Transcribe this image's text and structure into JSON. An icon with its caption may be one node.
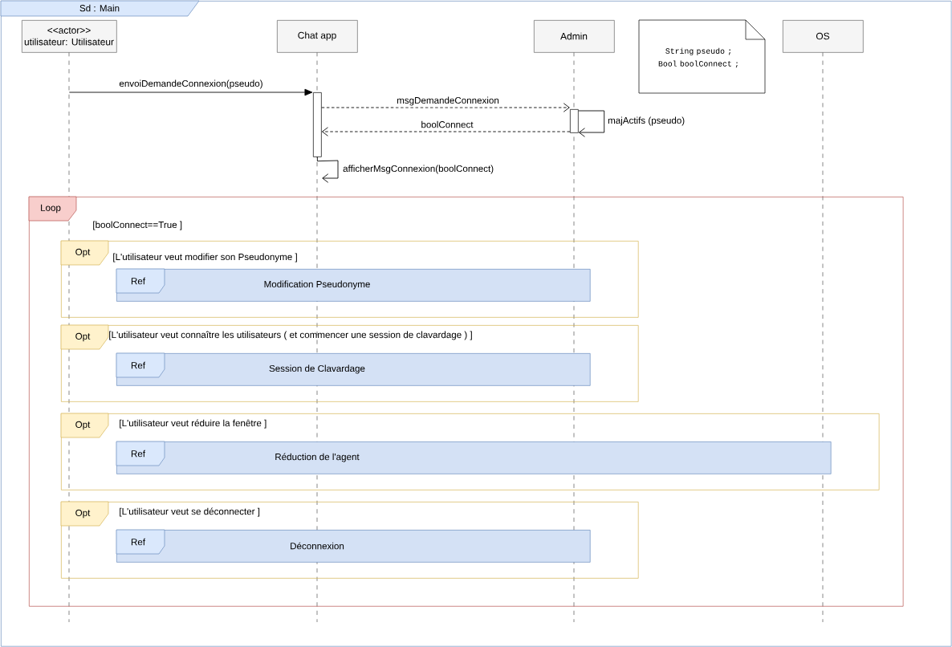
{
  "diagram": {
    "nodes": [
      {
        "text": [
          "Sd : Main"
        ]
      },
      {
        "text": [
          "<<actor>>",
          "utilisateur: Utilisateur"
        ],
        "in": 0
      },
      {
        "text": [
          "Chat app"
        ],
        "in": 0
      },
      {
        "text": [
          "Admin"
        ],
        "in": 0
      },
      {
        "text": [
          "String pseudo ; Bool boolConnect ;"
        ],
        "in": 0
      },
      {
        "text": [
          "OS"
        ],
        "in": 0
      },
      {
        "text": [],
        "shape": "bar",
        "in": 0
      },
      {
        "text": [],
        "shape": "bar",
        "in": 0
      },
      {
        "text": [
          "Loop",
          "[boolConnect==True ]"
        ],
        "in": 0
      },
      {
        "text": [
          "Opt",
          "[L'utilisateur veut modifier son Pseudonyme ]"
        ],
        "in": 8
      },
      {
        "text": [
          "Ref",
          "Modification Pseudonyme"
        ],
        "in": 9
      },
      {
        "text": [
          "Opt",
          "[L'utilisateur veut connaître les utilisateurs ( et commencer une session de clavardage ) ]"
        ],
        "in": 8
      },
      {
        "text": [
          "Ref",
          "Session de Clavardage"
        ],
        "in": 11
      },
      {
        "text": [
          "Opt",
          "[L'utilisateur veut réduire la fenêtre ]"
        ],
        "in": 8
      },
      {
        "text": [
          "Ref",
          "Réduction de l'agent"
        ],
        "in": 13
      },
      {
        "text": [
          "Opt",
          "[L'utilisateur veut se déconnecter ]"
        ],
        "in": 8
      },
      {
        "text": [
          "Ref",
          "Déconnexion"
        ],
        "in": 15
      }
    ],
    "edges": [
      {
        "from": 1,
        "to": 6,
        "arrow": "to",
        "label": "envoiDemandeConnexion(pseudo)"
      },
      {
        "from": 6,
        "to": 7,
        "arrow": "to",
        "label": "msgDemandeConnexion",
        "style": "dashed"
      },
      {
        "from": 7,
        "to": 6,
        "arrow": "to",
        "label": "boolConnect",
        "style": "dashed"
      },
      {
        "from": 7,
        "to": 7,
        "arrow": "to",
        "label": "majActifs (pseudo)"
      },
      {
        "from": 6,
        "to": null,
        "arrow": "to",
        "label": "afficherMsgConnexion(boolConnect)"
      }
    ]
  }
}
